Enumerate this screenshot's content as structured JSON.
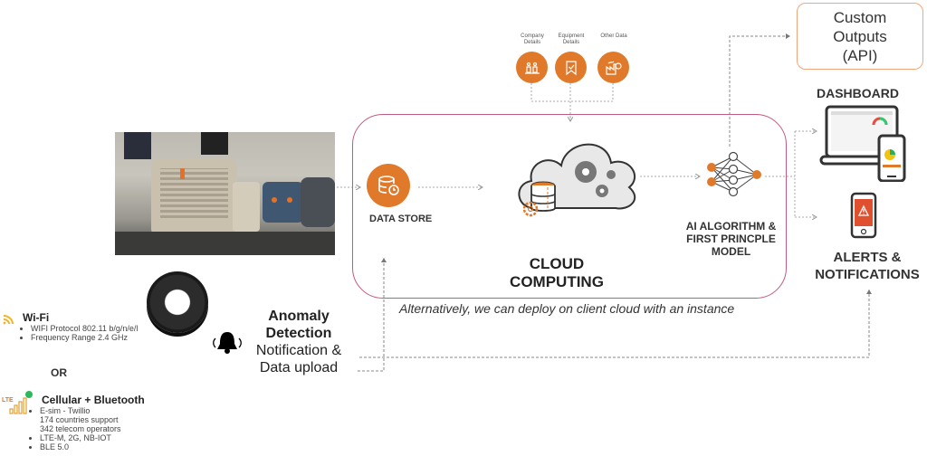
{
  "inputs": {
    "items": [
      {
        "label": "Company Details",
        "icon": "company-icon"
      },
      {
        "label": "Equipment Details",
        "icon": "bookmark-check-icon"
      },
      {
        "label": "Other Data",
        "icon": "factory-icon"
      }
    ]
  },
  "cloud": {
    "data_store_label": "DATA STORE",
    "title_line1": "CLOUD",
    "title_line2": "COMPUTING",
    "ai_line1": "AI ALGORITHM &",
    "ai_line2": "FIRST PRINCPLE",
    "ai_line3": "MODEL",
    "footnote": "Alternatively, we can deploy on client cloud with an instance"
  },
  "outputs": {
    "custom_line1": "Custom",
    "custom_line2": "Outputs",
    "custom_line3": "(API)",
    "dashboard_label": "DASHBOARD",
    "alerts_line1": "ALERTS &",
    "alerts_line2": "NOTIFICATIONS"
  },
  "device": {
    "anomaly_line1": "Anomaly",
    "anomaly_line2": "Detection",
    "notify_line1": "Notification &",
    "notify_line2": "Data upload"
  },
  "connectivity": {
    "wifi": {
      "title": "Wi-Fi",
      "bullets": [
        "WIFI Protocol 802.11 b/g/n/e/l",
        "Frequency Range 2.4 GHz"
      ]
    },
    "or_label": "OR",
    "cellular": {
      "title": "Cellular + Bluetooth",
      "lte_badge": "LTE",
      "bullet1": "E-sim - Twillio",
      "bullet1_sub1": "174 countries support",
      "bullet1_sub2": "342 telecom operators",
      "bullet2": "LTE-M, 2G, NB-IOT",
      "bullet3": "BLE 5.0"
    }
  },
  "colors": {
    "accent_orange": "#e07a2a",
    "cloud_border": "#c45a7c",
    "custom_border": "#f0a67a",
    "alert_red": "#e0502f"
  }
}
